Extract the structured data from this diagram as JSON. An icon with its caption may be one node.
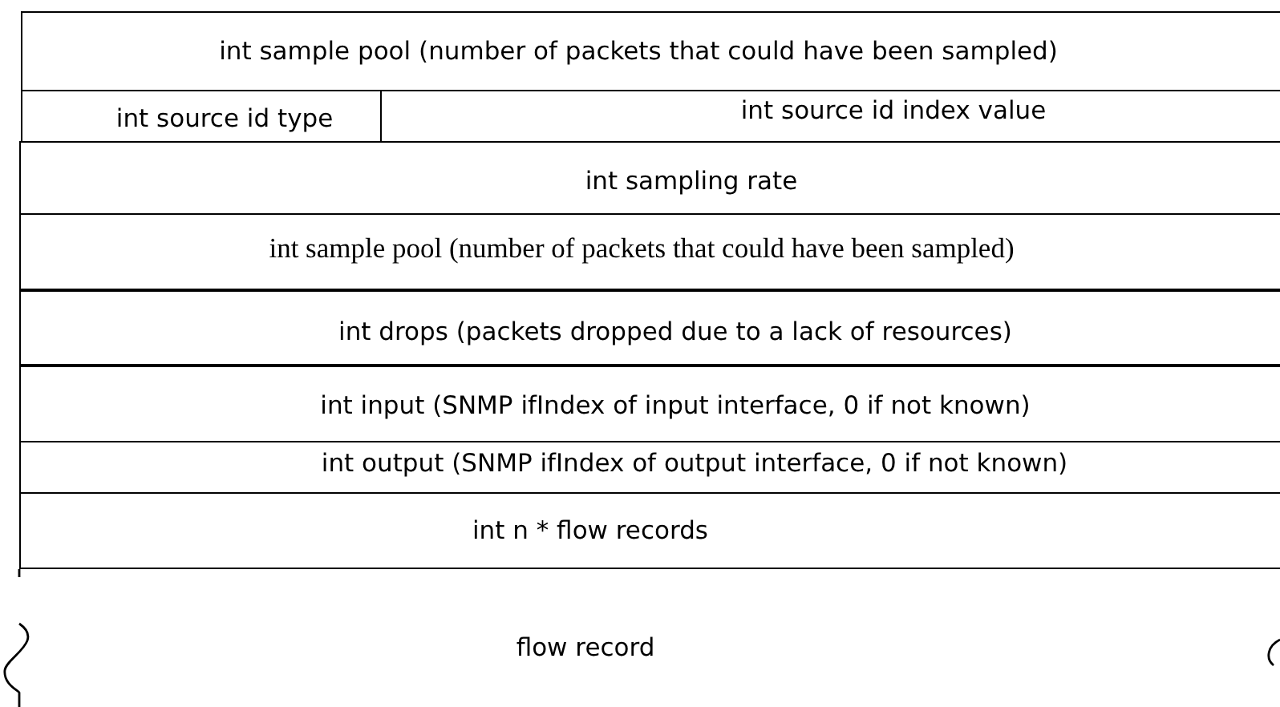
{
  "diagram": {
    "nodes": [
      {
        "text": [
          "int sample pool (number of packets that could have been sampled)"
        ]
      },
      {
        "text": [
          "int source id type"
        ]
      },
      {
        "text": [
          "int source id index value"
        ]
      },
      {
        "text": [
          "int sampling rate"
        ]
      },
      {
        "text": [
          "int sample pool (number of packets that could have been sampled)"
        ]
      },
      {
        "text": [
          "int drops (packets dropped due to a lack of resources)"
        ]
      },
      {
        "text": [
          "int input (SNMP ifIndex of input interface, 0 if not known)"
        ]
      },
      {
        "text": [
          "int output (SNMP ifIndex of output interface, 0 if not known)"
        ]
      },
      {
        "text": [
          "int n * flow records"
        ]
      },
      {
        "text": [
          "flow record"
        ]
      }
    ]
  }
}
